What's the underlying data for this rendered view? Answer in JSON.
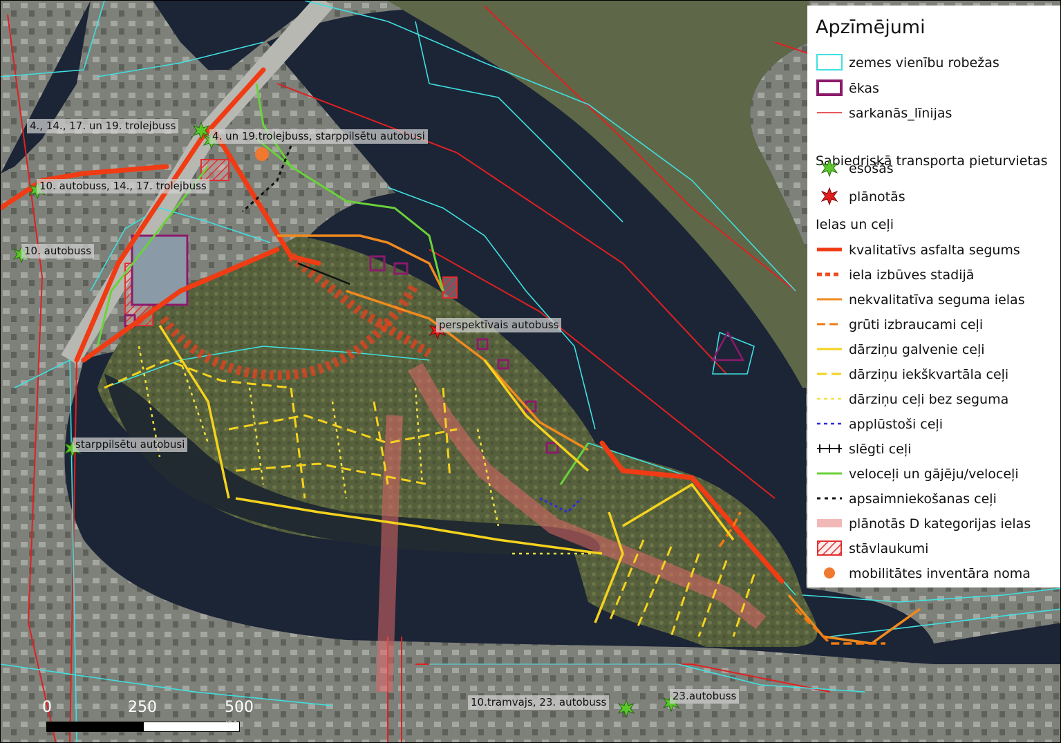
{
  "legend": {
    "title": "Apzīmējumi",
    "items": [
      {
        "label": "zemes vienību robežas",
        "icon": "cyan-outline-square-icon",
        "color": "#3fe0e0"
      },
      {
        "label": "ēkas",
        "icon": "purple-outline-square-icon",
        "color": "#8b1a6b"
      },
      {
        "label": "sarkanās_līnijas",
        "icon": "red-thin-line-icon",
        "color": "#e02020"
      }
    ],
    "transport_heading": "Sabiedriskā transporta pieturvietas",
    "transport_items": [
      {
        "label": "esošās",
        "icon": "green-star-icon",
        "color": "#5ac82a"
      },
      {
        "label": "plānotās",
        "icon": "red-star-icon",
        "color": "#e01e1e"
      }
    ],
    "roads_heading": "Ielas un ceļi",
    "road_items": [
      {
        "label": "kvalitatīvs asfalta segums",
        "icon": "thick-red-line-icon",
        "color": "#f03c14"
      },
      {
        "label": "iela izbūves stadijā",
        "icon": "dashed-red-line-icon",
        "color": "#f04a1e"
      },
      {
        "label": "nekvalitatīva seguma ielas",
        "icon": "orange-line-icon",
        "color": "#f08a1e"
      },
      {
        "label": "grūti izbraucami ceļi",
        "icon": "dashed-orange-line-icon",
        "color": "#f07a10"
      },
      {
        "label": "dārziņu galvenie ceļi",
        "icon": "yellow-line-icon",
        "color": "#f5d21e"
      },
      {
        "label": "dārziņu iekškvartāla ceļi",
        "icon": "dashed-yellow-line-icon",
        "color": "#f5d21e"
      },
      {
        "label": "dārziņu ceļi bez seguma",
        "icon": "dotted-yellow-line-icon",
        "color": "#f5e03c"
      },
      {
        "label": "applūstoši ceļi",
        "icon": "dotted-blue-line-icon",
        "color": "#2a2ae0"
      },
      {
        "label": "slēgti ceļi",
        "icon": "hatched-black-line-icon",
        "color": "#111111"
      },
      {
        "label": "veloceļi un gājēju/veloceļi",
        "icon": "green-line-icon",
        "color": "#6ad23a"
      },
      {
        "label": "apsaimniekošanas ceļi",
        "icon": "dotted-black-line-icon",
        "color": "#111111"
      },
      {
        "label": "plānotās D kategorijas ielas",
        "icon": "pink-band-icon",
        "color": "#f2b8b8"
      },
      {
        "label": "stāvlaukumi",
        "icon": "red-hatch-square-icon",
        "color": "#e03030"
      },
      {
        "label": "mobilitātes inventāra noma",
        "icon": "orange-dot-icon",
        "color": "#f07830"
      }
    ]
  },
  "stops": [
    {
      "label": "4., 14., 17. un 19. trolejbuss",
      "type": "existing"
    },
    {
      "label": "4. un 19.trolejbuss, starppilsētu autobusi",
      "type": "existing"
    },
    {
      "label": "10. autobuss, 14., 17. trolejbuss",
      "type": "existing"
    },
    {
      "label": "10. autobuss",
      "type": "existing"
    },
    {
      "label": "perspektīvais autobuss",
      "type": "planned"
    },
    {
      "label": "starppilsētu autobusi",
      "type": "existing"
    },
    {
      "label": "10.tramvajs, 23. autobuss",
      "type": "existing"
    },
    {
      "label": "23.autobuss",
      "type": "existing"
    }
  ],
  "scale": {
    "labels": [
      "0",
      "250",
      "500 m"
    ]
  },
  "colors": {
    "water": "#1c2536",
    "land": "#5a6442",
    "urban": "#8a8a86",
    "parcel": "#3fe0e0",
    "red_line": "#e02020"
  }
}
